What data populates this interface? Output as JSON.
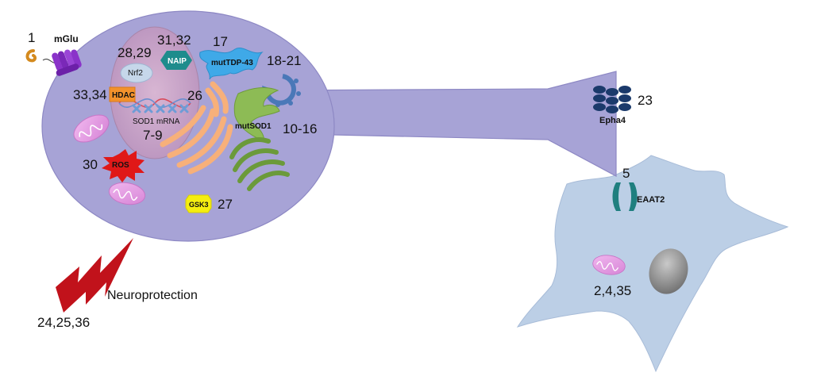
{
  "diagram": {
    "labels": {
      "mglu": "mGlu",
      "nrf2": "Nrf2",
      "naip": "NAIP",
      "hdac": "HDAC",
      "sod1_mrna": "SOD1 mRNA",
      "mut_tdp43": "mutTDP-43",
      "mut_sod1": "mutSOD1",
      "ros": "ROS",
      "gsk3": "GSK3",
      "epha4": "Epha4",
      "eaat2": "EAAT2",
      "neuroprotection": "Neuroprotection"
    },
    "refs": {
      "mglu": "1",
      "nrf2": "28,29",
      "naip": "31,32",
      "hdac": "33,34",
      "sod1_mrna_site": "26",
      "sod1_mrna": "7-9",
      "mut_tdp43": "17",
      "ubiquitin": "18-21",
      "mut_sod1": "10-16",
      "ros": "30",
      "gsk3": "27",
      "epha4": "23",
      "eaat2": "5",
      "astrocyte": "2,4,35",
      "neuroprotection": "24,25,36"
    },
    "colors": {
      "neuron": "#a7a3d6",
      "neuron_edge": "#8d88c4",
      "nucleus": "#c4a2c4",
      "astrocyte": "#bccfe6",
      "mitochondria": "#e79ee6",
      "er": "#f7b07a",
      "golgi": "#6b9a3a",
      "mut_sod1": "#8dbb55",
      "mut_tdp43": "#3fa9e8",
      "naip": "#1e8c8c",
      "eaat2": "#1f7f7f",
      "epha4": "#1b3a6b",
      "ros": "#e01818",
      "gsk3": "#f5ee10",
      "hdac": "#f3922c",
      "lightning": "#c1121b",
      "mglu_receptor": "#8a33c9",
      "ligand": "#d48a1e"
    }
  }
}
